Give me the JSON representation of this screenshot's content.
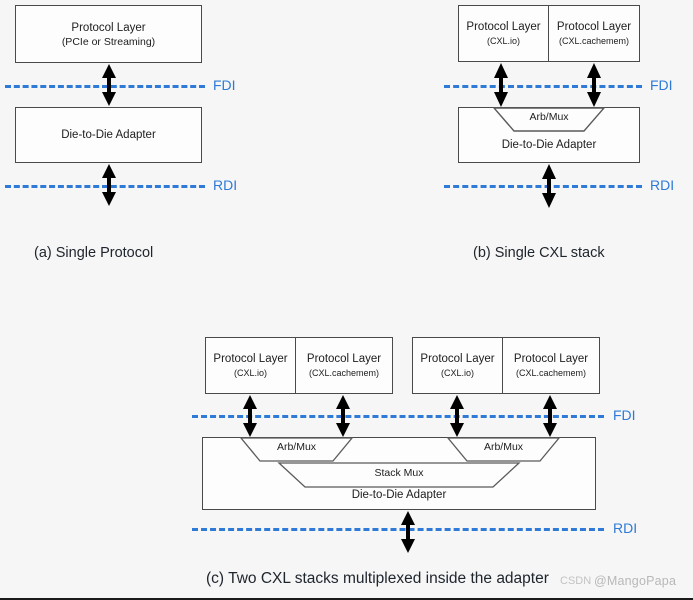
{
  "figure": {
    "background_color": "#f6f6f6",
    "interface_color": "#2e7ad6",
    "box_border_color": "#4a4a4a"
  },
  "labels": {
    "protocol_layer": "Protocol Layer",
    "pcie_or_streaming": "(PCIe or Streaming)",
    "cxl_io": "(CXL.io)",
    "cxl_cachemem": "(CXL.cachemem)",
    "die_to_die_adapter": "Die-to-Die Adapter",
    "arb_mux": "Arb/Mux",
    "stack_mux": "Stack Mux",
    "fdi": "FDI",
    "rdi": "RDI"
  },
  "panel_a": {
    "caption": "(a) Single Protocol",
    "protocol_box": {
      "title": "Protocol Layer",
      "subtitle": "(PCIe or Streaming)"
    },
    "adapter_box": {
      "title": "Die-to-Die Adapter"
    },
    "interfaces": [
      {
        "name": "FDI",
        "label": "FDI"
      },
      {
        "name": "RDI",
        "label": "RDI"
      }
    ]
  },
  "panel_b": {
    "caption": "(b) Single CXL stack",
    "protocol_boxes": [
      {
        "title": "Protocol Layer",
        "subtitle": "(CXL.io)"
      },
      {
        "title": "Protocol Layer",
        "subtitle": "(CXL.cachemem)"
      }
    ],
    "adapter_box": {
      "title": "Die-to-Die Adapter",
      "mux": "Arb/Mux"
    },
    "interfaces": [
      {
        "name": "FDI",
        "label": "FDI"
      },
      {
        "name": "RDI",
        "label": "RDI"
      }
    ]
  },
  "panel_c": {
    "caption": "(c) Two CXL stacks multiplexed inside the adapter",
    "stacks": [
      {
        "protocol_boxes": [
          {
            "title": "Protocol Layer",
            "subtitle": "(CXL.io)"
          },
          {
            "title": "Protocol Layer",
            "subtitle": "(CXL.cachemem)"
          }
        ],
        "mux": "Arb/Mux"
      },
      {
        "protocol_boxes": [
          {
            "title": "Protocol Layer",
            "subtitle": "(CXL.io)"
          },
          {
            "title": "Protocol Layer",
            "subtitle": "(CXL.cachemem)"
          }
        ],
        "mux": "Arb/Mux"
      }
    ],
    "adapter_box": {
      "title": "Die-to-Die Adapter",
      "stack_mux": "Stack Mux"
    },
    "interfaces": [
      {
        "name": "FDI",
        "label": "FDI"
      },
      {
        "name": "RDI",
        "label": "RDI"
      }
    ]
  },
  "watermark": {
    "handle": "@MangoPapa",
    "mark": "CSDN"
  }
}
